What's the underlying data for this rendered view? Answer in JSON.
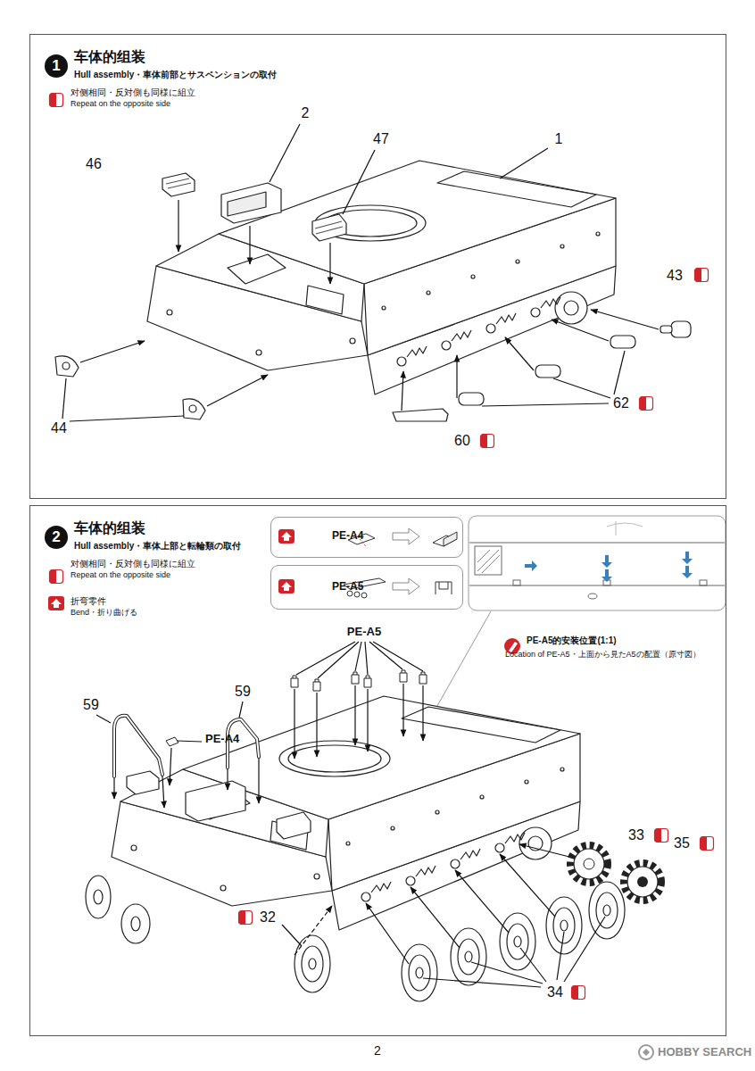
{
  "diagram": {
    "nodes": [
      {
        "text": [
          "1",
          "车体的组装",
          "Hull assembly・車体前部とサスペンションの取付",
          "对侧相同・反対側も同様に組立",
          "Repeat on the opposite side"
        ]
      },
      {
        "text": [
          "2",
          "车体的组装",
          "Hull assembly・車体上部と転輪類の取付",
          "对侧相同・反対側も同様に組立",
          "Repeat on the opposite side",
          "折弯零件",
          "Bend・折り曲げる"
        ]
      },
      {
        "text": [
          "PE-A4"
        ],
        "in": 1
      },
      {
        "text": [
          "PE-A5"
        ],
        "in": 1
      }
    ],
    "labels": [
      "46",
      "2",
      "47",
      "1",
      "43",
      "62",
      "60",
      "44",
      "PE-A5",
      "59",
      "59",
      "PE-A4",
      "33",
      "35",
      "32",
      "34",
      "PE-A5的安装位置(1:1)",
      "Location of PE-A5・上面から見たA5の配置（原寸図）",
      "2",
      "HOBBY SEARCH"
    ]
  }
}
